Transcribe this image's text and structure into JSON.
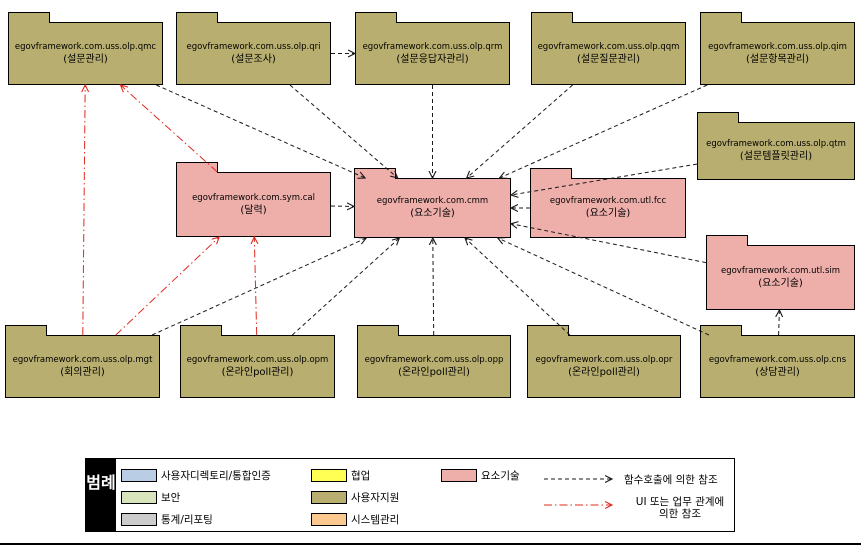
{
  "diagram": {
    "packages": [
      {
        "id": "qmc",
        "name": "egovframework.com.uss.olp.qmc",
        "label": "(설문관리)",
        "category": "user-support"
      },
      {
        "id": "qri",
        "name": "egovframework.com.uss.olp.qri",
        "label": "(설문조사)",
        "category": "user-support"
      },
      {
        "id": "qrm",
        "name": "egovframework.com.uss.olp.qrm",
        "label": "(설문응답자관리)",
        "category": "user-support"
      },
      {
        "id": "qqm",
        "name": "egovframework.com.uss.olp.qqm",
        "label": "(설문질문관리)",
        "category": "user-support"
      },
      {
        "id": "qim",
        "name": "egovframework.com.uss.olp.qim",
        "label": "(설문항목관리)",
        "category": "user-support"
      },
      {
        "id": "qtm",
        "name": "egovframework.com.uss.olp.qtm",
        "label": "(설문템플릿관리)",
        "category": "user-support"
      },
      {
        "id": "cal",
        "name": "egovframework.com.sym.cal",
        "label": "(달력)",
        "category": "element-tech"
      },
      {
        "id": "cmm",
        "name": "egovframework.com.cmm",
        "label": "(요소기술)",
        "category": "element-tech"
      },
      {
        "id": "fcc",
        "name": "egovframework.com.utl.fcc",
        "label": "(요소기술)",
        "category": "element-tech"
      },
      {
        "id": "sim",
        "name": "egovframework.com.utl.sim",
        "label": "(요소기술)",
        "category": "element-tech"
      },
      {
        "id": "mgt",
        "name": "egovframework.com.uss.olp.mgt",
        "label": "(회의관리)",
        "category": "user-support"
      },
      {
        "id": "opm",
        "name": "egovframework.com.uss.olp.opm",
        "label": "(온라인poll관리)",
        "category": "user-support"
      },
      {
        "id": "opp",
        "name": "egovframework.com.uss.olp.opp",
        "label": "(온라인poll관리)",
        "category": "user-support"
      },
      {
        "id": "opr",
        "name": "egovframework.com.uss.olp.opr",
        "label": "(온라인poll관리)",
        "category": "user-support"
      },
      {
        "id": "cns",
        "name": "egovframework.com.uss.olp.cns",
        "label": "(상담관리)",
        "category": "user-support"
      }
    ],
    "edges": [
      {
        "from": "qmc",
        "to": "cmm",
        "type": "call"
      },
      {
        "from": "qri",
        "to": "cmm",
        "type": "call"
      },
      {
        "from": "qri",
        "to": "qrm",
        "type": "call"
      },
      {
        "from": "qrm",
        "to": "cmm",
        "type": "call"
      },
      {
        "from": "qqm",
        "to": "cmm",
        "type": "call"
      },
      {
        "from": "qim",
        "to": "cmm",
        "type": "call"
      },
      {
        "from": "qtm",
        "to": "cmm",
        "type": "call"
      },
      {
        "from": "cal",
        "to": "cmm",
        "type": "call"
      },
      {
        "from": "fcc",
        "to": "cmm",
        "type": "call"
      },
      {
        "from": "sim",
        "to": "cmm",
        "type": "call"
      },
      {
        "from": "mgt",
        "to": "cmm",
        "type": "call"
      },
      {
        "from": "opm",
        "to": "cmm",
        "type": "call"
      },
      {
        "from": "opp",
        "to": "cmm",
        "type": "call"
      },
      {
        "from": "opr",
        "to": "cmm",
        "type": "call"
      },
      {
        "from": "cns",
        "to": "cmm",
        "type": "call"
      },
      {
        "from": "cns",
        "to": "sim",
        "type": "call"
      },
      {
        "from": "cal",
        "to": "qmc",
        "type": "ui"
      },
      {
        "from": "mgt",
        "to": "qmc",
        "type": "ui"
      },
      {
        "from": "mgt",
        "to": "cal",
        "type": "ui"
      },
      {
        "from": "opm",
        "to": "cal",
        "type": "ui"
      }
    ],
    "colors": {
      "user-support": "#b8ae6f",
      "element-tech": "#eeafab",
      "call": "#1a1a1a",
      "ui": "#e02a20"
    }
  },
  "legend": {
    "title": "범례",
    "items": [
      {
        "label": "사용자디렉토리/통합인증",
        "color": "#b9cde5"
      },
      {
        "label": "보안",
        "color": "#d8e4bc"
      },
      {
        "label": "통계/리포팅",
        "color": "#cccccc"
      },
      {
        "label": "협업",
        "color": "#ffff54"
      },
      {
        "label": "사용자지원",
        "color": "#b8ae6f"
      },
      {
        "label": "시스템관리",
        "color": "#fbc88f"
      },
      {
        "label": "요소기술",
        "color": "#eeafab"
      }
    ],
    "arrows": [
      {
        "style": "dashed",
        "color": "#1a1a1a",
        "label": "함수호출에 의한 참조"
      },
      {
        "style": "dashdot",
        "color": "#e02a20",
        "label": "UI 또는 업무 관계에\n의한 참조"
      }
    ]
  }
}
